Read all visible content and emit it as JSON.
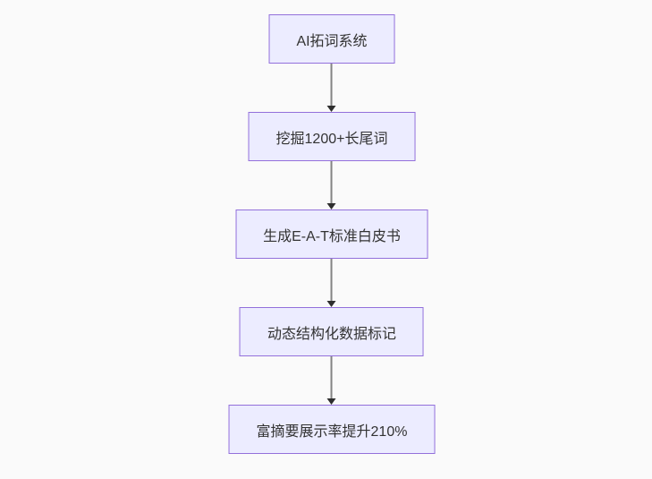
{
  "diagram": {
    "type": "flowchart-top-down",
    "nodes": [
      {
        "id": "node-1",
        "label": "AI拓词系统"
      },
      {
        "id": "node-2",
        "label": "挖掘1200+长尾词"
      },
      {
        "id": "node-3",
        "label": "生成E-A-T标准白皮书"
      },
      {
        "id": "node-4",
        "label": "动态结构化数据标记"
      },
      {
        "id": "node-5",
        "label": "富摘要展示率提升210%"
      }
    ],
    "edges": [
      {
        "from": "node-1",
        "to": "node-2",
        "style": "arrow-down"
      },
      {
        "from": "node-2",
        "to": "node-3",
        "style": "arrow-down"
      },
      {
        "from": "node-3",
        "to": "node-4",
        "style": "arrow-down"
      },
      {
        "from": "node-4",
        "to": "node-5",
        "style": "arrow-down"
      }
    ]
  },
  "theme": {
    "canvas_bg": "#fafafa",
    "node_fill": "#ECECFF",
    "node_border": "#9370DB",
    "node_text": "#333333",
    "edge_line": "#848484",
    "edge_head": "#2e2e2e"
  }
}
